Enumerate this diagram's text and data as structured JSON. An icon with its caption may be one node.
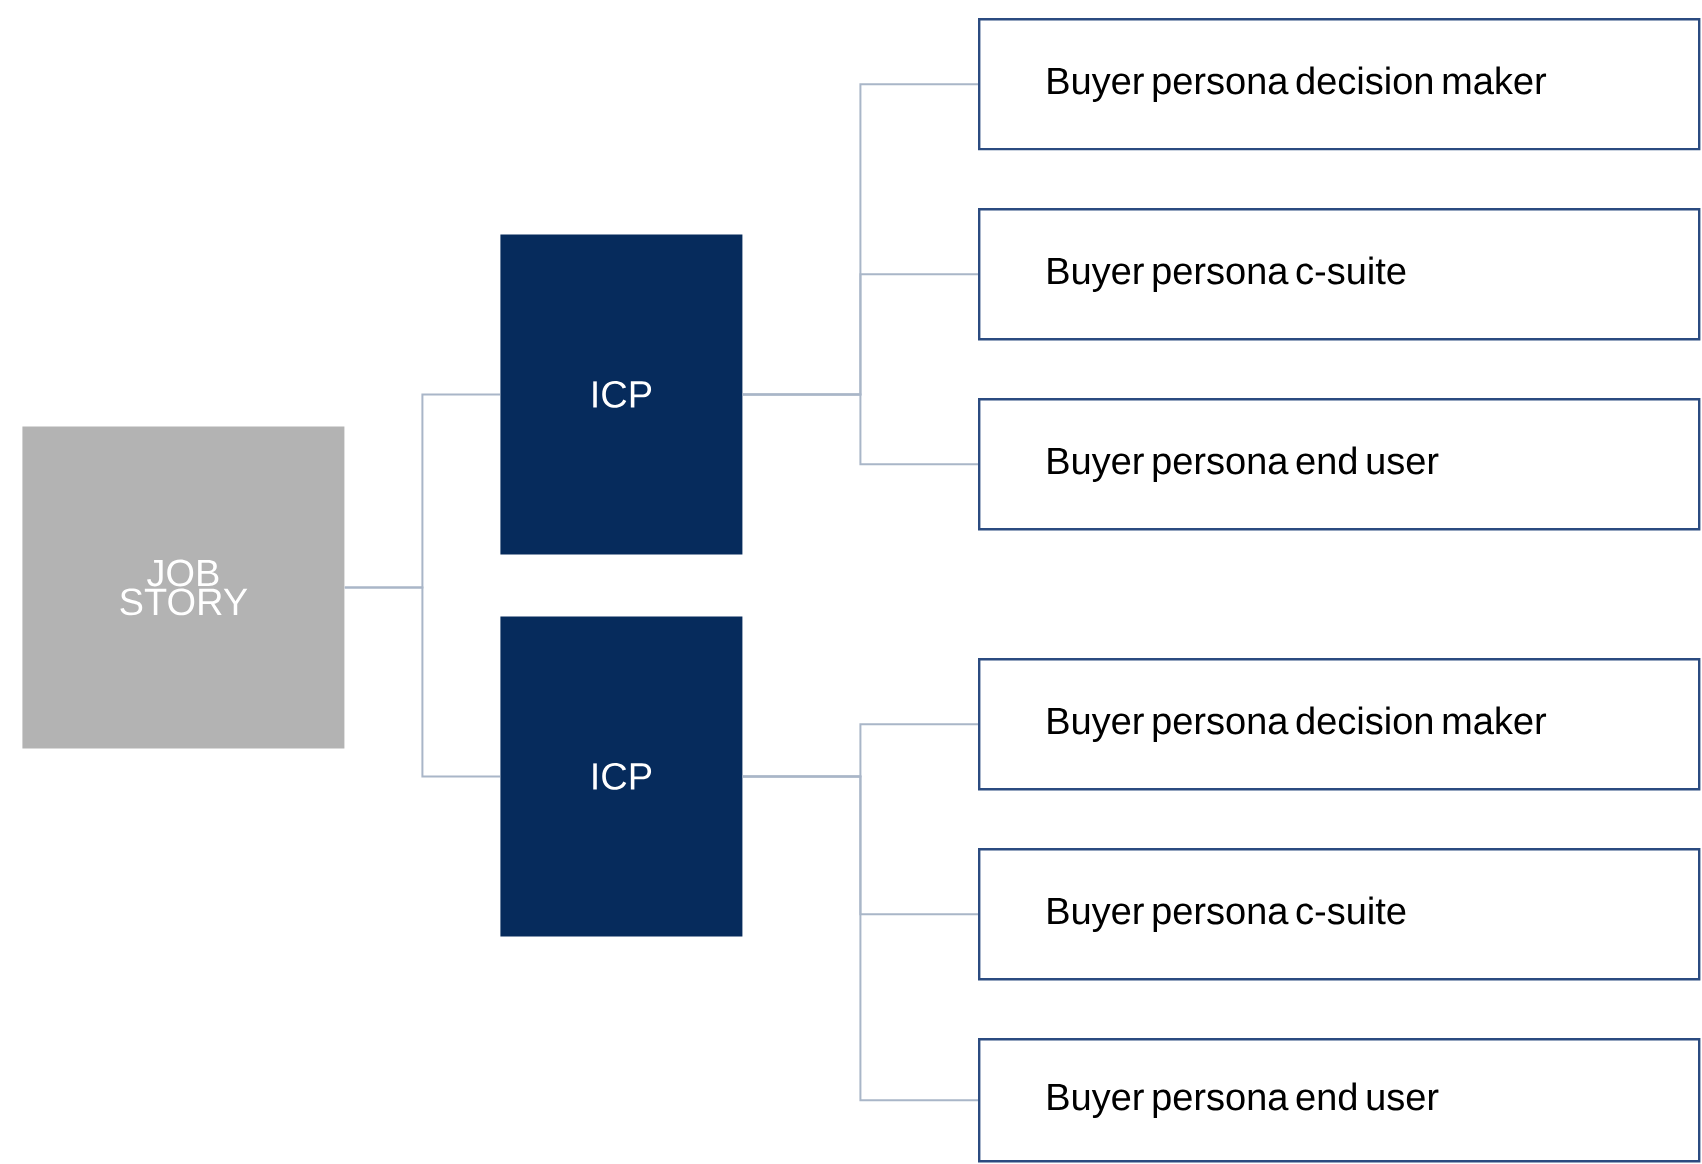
{
  "diagram": {
    "nodes": [
      {
        "text": [
          "JOB STORY"
        ]
      },
      {
        "text": [
          "ICP"
        ]
      },
      {
        "text": [
          "ICP"
        ]
      },
      {
        "text": [
          "Buyer persona decision maker"
        ]
      },
      {
        "text": [
          "Buyer persona c-suite"
        ]
      },
      {
        "text": [
          "Buyer persona end user"
        ]
      },
      {
        "text": [
          "Buyer persona decision maker"
        ]
      },
      {
        "text": [
          "Buyer persona c-suite"
        ]
      },
      {
        "text": [
          "Buyer persona end user"
        ]
      }
    ],
    "edges": [
      {
        "from": 0,
        "to": 1,
        "arrow": "none"
      },
      {
        "from": 0,
        "to": 2,
        "arrow": "none"
      },
      {
        "from": 1,
        "to": 3,
        "arrow": "none"
      },
      {
        "from": 1,
        "to": 4,
        "arrow": "none"
      },
      {
        "from": 1,
        "to": 5,
        "arrow": "none"
      },
      {
        "from": 2,
        "to": 6,
        "arrow": "none"
      },
      {
        "from": 2,
        "to": 7,
        "arrow": "none"
      },
      {
        "from": 2,
        "to": 8,
        "arrow": "none"
      }
    ]
  }
}
